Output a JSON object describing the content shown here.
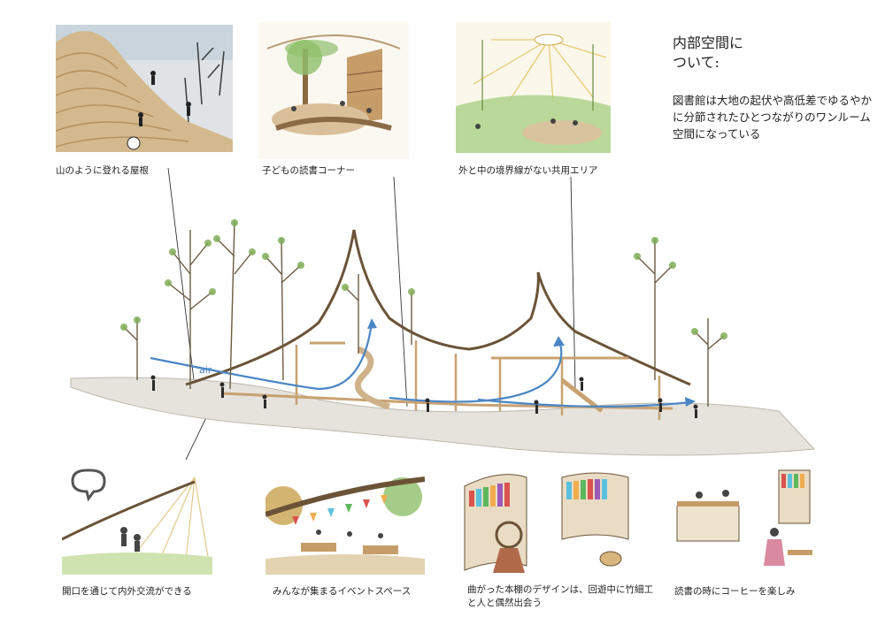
{
  "heading": {
    "line1": "内部空間に",
    "line2": "ついて:"
  },
  "description": "図書館は大地の起伏や高低差でゆるやかに分節されたひとつながりのワンルーム空間になっている",
  "section": {
    "air_label": "air"
  },
  "top_images": [
    {
      "caption": "山のように登れる屋根"
    },
    {
      "caption": "子どもの読書コーナー"
    },
    {
      "caption": "外と中の境界線がない共用エリア"
    }
  ],
  "bottom_images": [
    {
      "caption": "開口を通じて内外交流ができる"
    },
    {
      "caption": "みんなが集まるイベントスペース"
    },
    {
      "caption_line1": "曲がった本棚のデザインは、回遊中に竹細工",
      "caption_line2": "と人と偶然出会う"
    },
    {
      "caption": "読書の時にコーヒーを楽しみ"
    }
  ],
  "colors": {
    "air": "#4a86c5",
    "wood": "#c9a271",
    "ground": "#e6e3dd",
    "green": "#7fae57"
  }
}
